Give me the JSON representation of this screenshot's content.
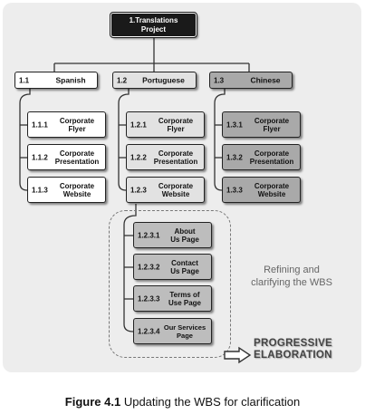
{
  "root": {
    "line1": "1.Translations",
    "line2": "Project"
  },
  "level1": [
    {
      "num": "1.1",
      "label": "Spanish"
    },
    {
      "num": "1.2",
      "label": "Portuguese"
    },
    {
      "num": "1.3",
      "label": "Chinese"
    }
  ],
  "spanish": [
    {
      "num": "1.1.1",
      "label1": "Corporate",
      "label2": "Flyer"
    },
    {
      "num": "1.1.2",
      "label1": "Corporate",
      "label2": "Presentation"
    },
    {
      "num": "1.1.3",
      "label1": "Corporate",
      "label2": "Website"
    }
  ],
  "portuguese": [
    {
      "num": "1.2.1",
      "label1": "Corporate",
      "label2": "Flyer"
    },
    {
      "num": "1.2.2",
      "label1": "Corporate",
      "label2": "Presentation"
    },
    {
      "num": "1.2.3",
      "label1": "Corporate",
      "label2": "Website"
    }
  ],
  "chinese": [
    {
      "num": "1.3.1",
      "label1": "Corporate",
      "label2": "Flyer"
    },
    {
      "num": "1.3.2",
      "label1": "Corporate",
      "label2": "Presentation"
    },
    {
      "num": "1.3.3",
      "label1": "Corporate",
      "label2": "Website"
    }
  ],
  "website_pages": [
    {
      "num": "1.2.3.1",
      "label1": "About",
      "label2": "Us Page"
    },
    {
      "num": "1.2.3.2",
      "label1": "Contact",
      "label2": "Us Page"
    },
    {
      "num": "1.2.3.3",
      "label1": "Terms of",
      "label2": "Use Page"
    },
    {
      "num": "1.2.3.4",
      "label1": "Our Services",
      "label2": "Page"
    }
  ],
  "note": {
    "line1": "Refining and",
    "line2": "clarifying the WBS"
  },
  "progressive": {
    "line1": "PROGRESSIVE",
    "line2": "ELABORATION"
  },
  "caption": {
    "figure": "Figure 4.1",
    "text": "Updating the WBS for clarification"
  }
}
